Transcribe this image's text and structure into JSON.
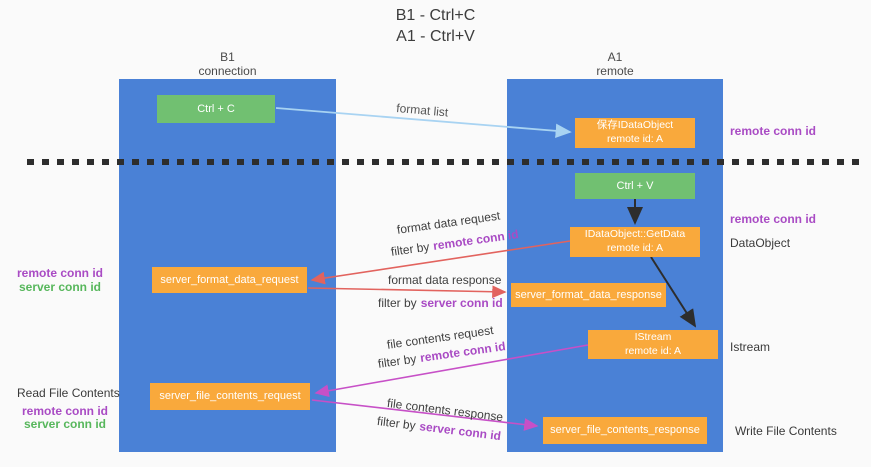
{
  "title": {
    "line1": "B1 - Ctrl+C",
    "line2": "A1 - Ctrl+V"
  },
  "columns": {
    "left": {
      "name": "B1",
      "role": "connection"
    },
    "right": {
      "name": "A1",
      "role": "remote"
    }
  },
  "boxes": {
    "ctrl_c": {
      "label": "Ctrl + C"
    },
    "ctrl_v": {
      "label": "Ctrl + V"
    },
    "save_dataobject": {
      "line1": "保存IDataObject",
      "line2": "remote id: A"
    },
    "getdata": {
      "line1": "IDataObject::GetData",
      "line2": "remote id: A"
    },
    "istream": {
      "line1": "IStream",
      "line2": "remote id: A"
    },
    "server_format_data_request": {
      "label": "server_format_data_request"
    },
    "server_format_data_response": {
      "label": "server_format_data_response"
    },
    "server_file_contents_request": {
      "label": "server_file_contents_request"
    },
    "server_file_contents_response": {
      "label": "server_file_contents_response"
    }
  },
  "arrow_labels": {
    "format_list": "format list",
    "format_data_request": "format data request",
    "format_data_response": "format data response",
    "file_contents_request": "file contents request",
    "file_contents_response": "file contents response",
    "filter_by": "filter by",
    "remote_conn_id": "remote conn id",
    "server_conn_id": "server conn id"
  },
  "side_labels": {
    "right_top_remote_conn_id": "remote conn id",
    "right_mid_remote_conn_id": "remote conn id",
    "right_dataobject": "DataObject",
    "right_istream": "Istream",
    "right_write_file_contents": "Write File Contents",
    "left_remote_conn_id_1": "remote conn id",
    "left_server_conn_id_1": "server conn id",
    "left_read_file_contents": "Read File Contents",
    "left_remote_conn_id_2": "remote conn id",
    "left_server_conn_id_2": "server conn id"
  },
  "colors": {
    "background": "#fafafa",
    "column_blue": "#4a81d6",
    "box_green": "#71c071",
    "box_orange": "#f9a93c",
    "purple_text": "#a94bc4",
    "green_text": "#57b75c",
    "arrow_red": "#e2635e",
    "arrow_magenta": "#c750c7",
    "arrow_lightblue": "#a8d3f2",
    "arrow_black": "#2d2d2d"
  }
}
